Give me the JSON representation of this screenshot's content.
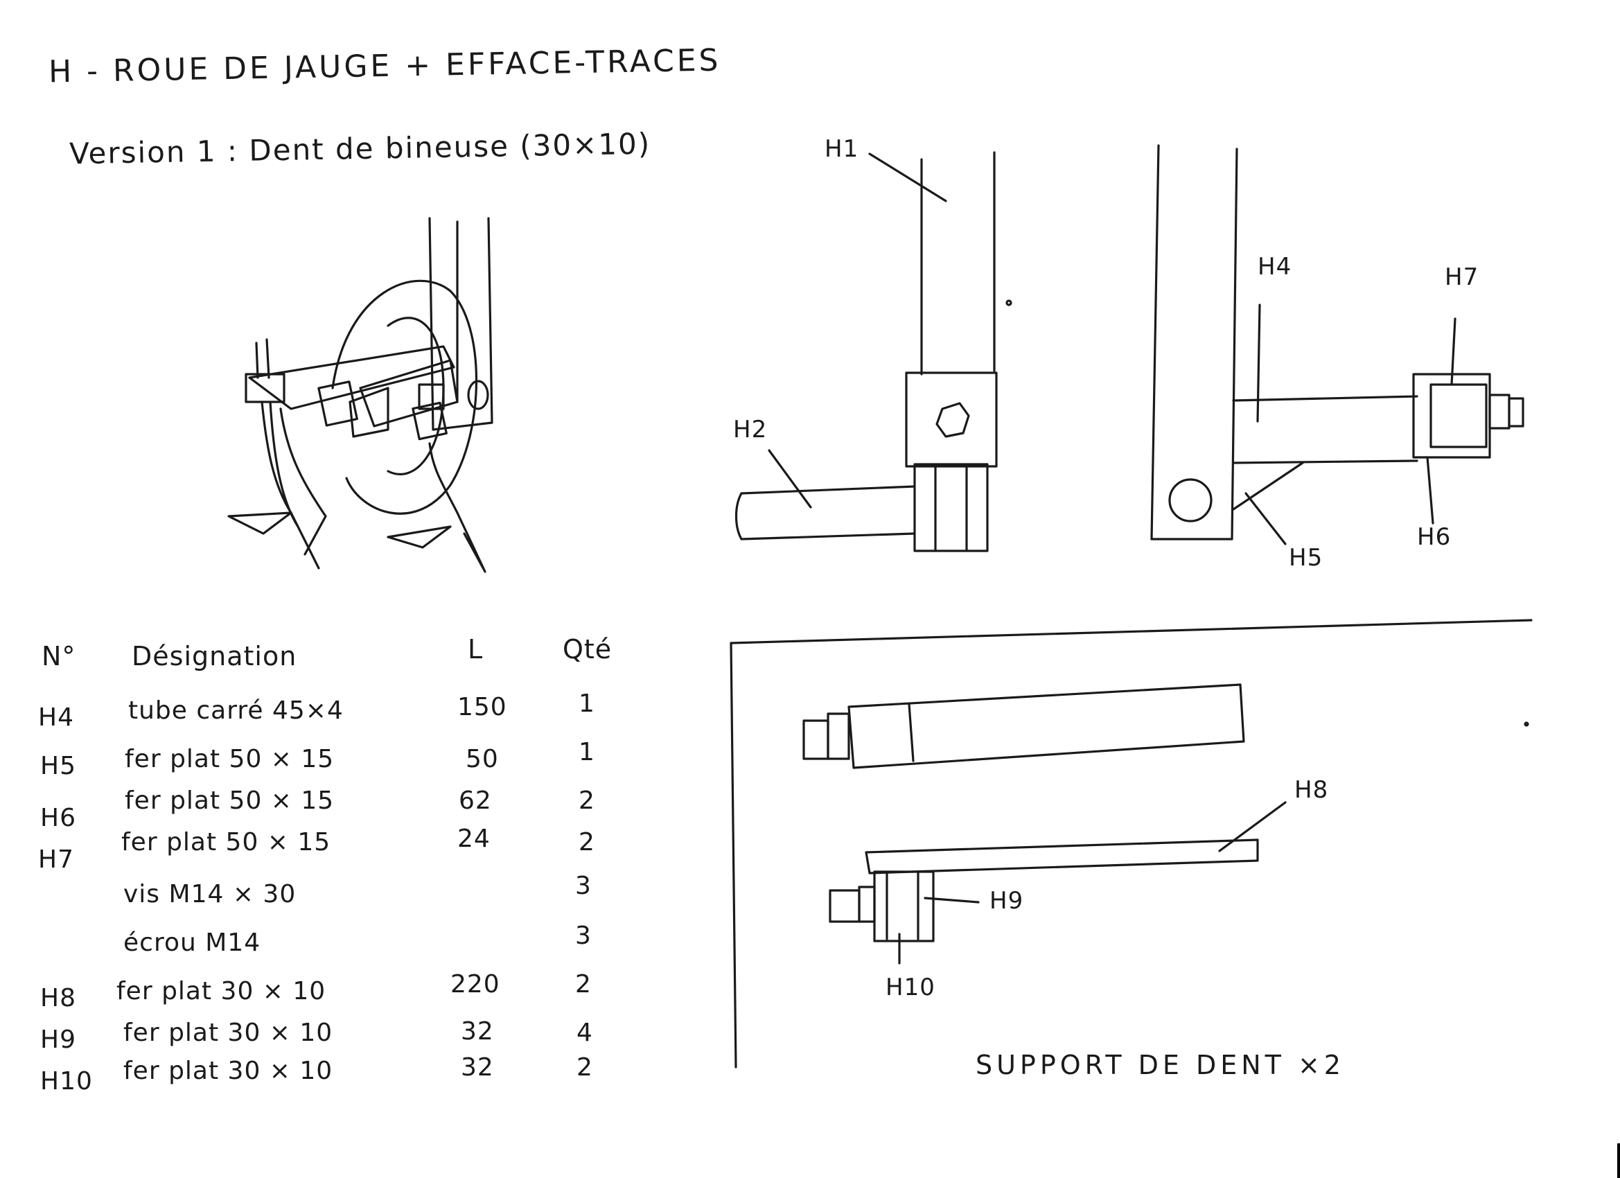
{
  "title": "H - ROUE DE JAUGE + EFFACE-TRACES",
  "subtitle": "Version 1 : Dent de bineuse (30×10)",
  "labels": {
    "h1": "H1",
    "h2": "H2",
    "h4": "H4",
    "h5": "H5",
    "h6": "H6",
    "h7": "H7",
    "h8": "H8",
    "h9": "H9",
    "h10": "H10"
  },
  "table": {
    "headers": [
      "N°",
      "Désignation",
      "L",
      "Qté"
    ],
    "rows": [
      {
        "no": "H4",
        "designation": "tube carré 45×4",
        "l": "150",
        "qte": "1"
      },
      {
        "no": "H5",
        "designation": "fer plat 50 × 15",
        "l": "50",
        "qte": "1"
      },
      {
        "no": "H6",
        "designation": "fer plat 50 × 15",
        "l": "62",
        "qte": "2"
      },
      {
        "no": "H7",
        "designation": "fer plat 50 × 15",
        "l": "24",
        "qte": "2"
      },
      {
        "no": "",
        "designation": "vis M14 × 30",
        "l": "",
        "qte": "3"
      },
      {
        "no": "",
        "designation": "écrou M14",
        "l": "",
        "qte": "3"
      },
      {
        "no": "H8",
        "designation": "fer plat 30 × 10",
        "l": "220",
        "qte": "2"
      },
      {
        "no": "H9",
        "designation": "fer plat 30 × 10",
        "l": "32",
        "qte": "4"
      },
      {
        "no": "H10",
        "designation": "fer plat 30 × 10",
        "l": "32",
        "qte": "2"
      }
    ]
  },
  "caption": "SUPPORT DE DENT ×2"
}
